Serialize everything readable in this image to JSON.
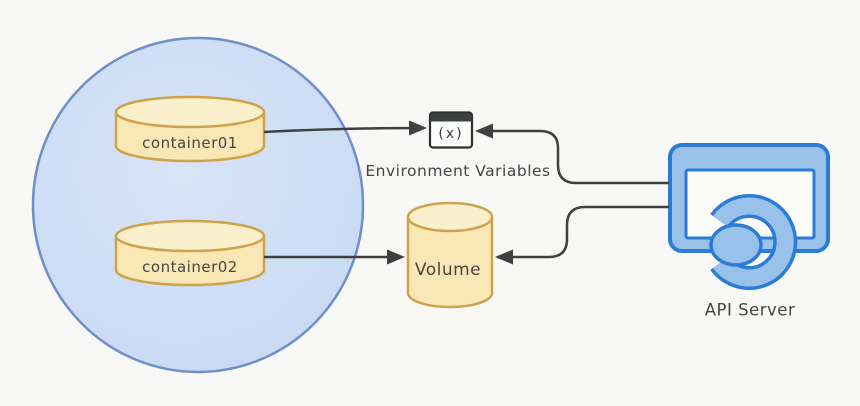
{
  "diagram": {
    "pod": {
      "containers": [
        {
          "label": "container01"
        },
        {
          "label": "container02"
        }
      ]
    },
    "env_vars": {
      "icon_glyph": "(x)",
      "label": "Environment Variables"
    },
    "volume": {
      "label": "Volume"
    },
    "api_server": {
      "label": "API Server"
    },
    "edges": [
      {
        "from": "container01",
        "to": "environment-variables"
      },
      {
        "from": "container02",
        "to": "volume"
      },
      {
        "from": "api-server",
        "to": "environment-variables"
      },
      {
        "from": "api-server",
        "to": "volume"
      }
    ],
    "colors": {
      "background": "#f8f8f6",
      "pod_fill": "#cdddf4",
      "pod_stroke": "#6e8fc7",
      "cylinder_fill": "#f9e8b6",
      "cylinder_top_fill": "#fbf0cc",
      "cylinder_stroke": "#cda44c",
      "api_fill": "#98c2ea",
      "api_stroke": "#2c7cd6",
      "env_titlebar": "#3c4043",
      "arrow": "#404040",
      "text": "#454545"
    }
  }
}
